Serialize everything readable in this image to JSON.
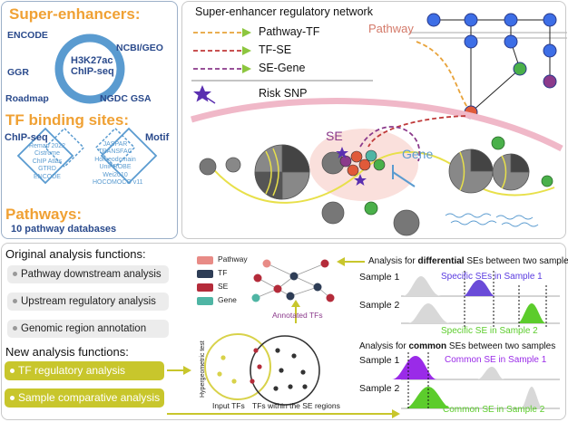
{
  "super_enhancers": {
    "title": "Super-enhancers:",
    "center": [
      "H3K27ac",
      "ChIP-seq"
    ],
    "sources": [
      "ENCODE",
      "NCBI/GEO",
      "GGR",
      "Roadmap",
      "NGDC GSA"
    ]
  },
  "tf_binding": {
    "title": "TF binding sites:",
    "chip_label": "ChIP-seq",
    "motif_label": "Motif",
    "chip_sources": [
      "Remap 2022",
      "Cistrome",
      "ChIP Atlas",
      "GTRD",
      "ENCODE"
    ],
    "motif_sources": [
      "JASPAR",
      "TRANSFAC",
      "Homeodomain",
      "UniPROBE",
      "Wei2010",
      "HOCOMOCO v11"
    ]
  },
  "pathways": {
    "title": "Pathways:",
    "subtitle": "10 pathway databases"
  },
  "network": {
    "title": "Super-enhancer regulatory network",
    "legend": [
      {
        "label": "Pathway-TF",
        "color": "#e8a33a"
      },
      {
        "label": "TF-SE",
        "color": "#c03a3a"
      },
      {
        "label": "SE-Gene",
        "color": "#8b3a8b"
      }
    ],
    "snp_label": "Risk SNP",
    "pathway_label": "Pathway",
    "se_label": "SE",
    "gene_label": "Gene"
  },
  "functions": {
    "original_title": "Original analysis functions:",
    "original": [
      "Pathway downstream analysis",
      "Upstream regulatory analysis",
      "Genomic region annotation"
    ],
    "new_title": "New analysis functions:",
    "new": [
      "TF regulatory analysis",
      "Sample comparative analysis"
    ]
  },
  "tf_panel": {
    "legend": [
      {
        "label": "Pathway",
        "color": "#e88b86"
      },
      {
        "label": "TF",
        "color": "#2e3d56"
      },
      {
        "label": "SE",
        "color": "#b42b3a"
      },
      {
        "label": "Gene",
        "color": "#4fb5a4"
      }
    ],
    "annotated_label": "Annotated TFs",
    "test_label": "Hypergeometric test",
    "input_label": "Input TFs",
    "within_label": "TFs within the SE regions"
  },
  "comparison": {
    "diff_pre": "Analysis for ",
    "diff_bold": "differential",
    "diff_post": " SEs between two samples",
    "sample1": "Sample 1",
    "sample2": "Sample 2",
    "specific1": "Specific SEs in Sample 1",
    "specific2": "Specific SE in Sample 2",
    "common_pre": "Analysis for ",
    "common_bold": "common",
    "common_post": " SEs between two samples",
    "common1": "Common SE in Sample 1",
    "common2": "Common SE in Sample 2"
  }
}
